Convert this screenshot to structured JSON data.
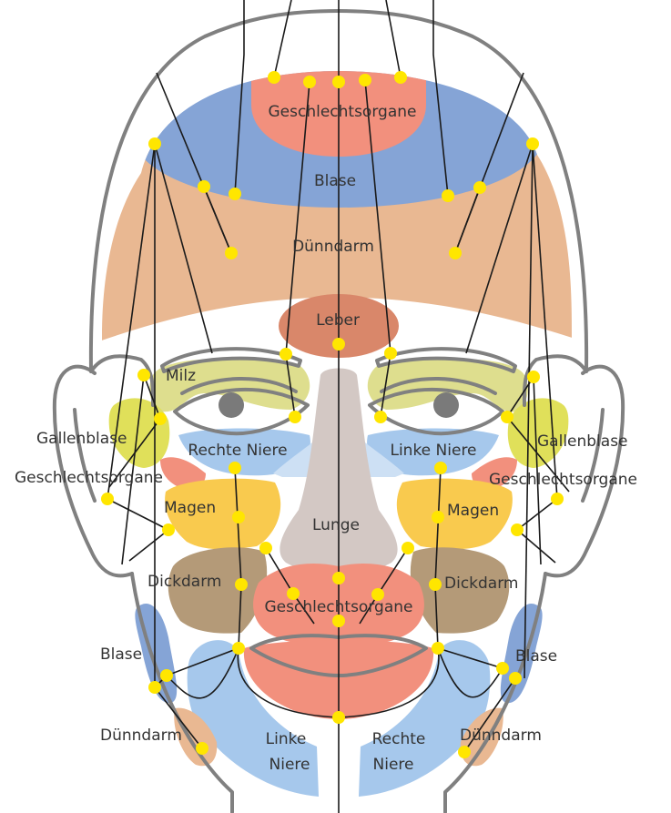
{
  "colors": {
    "salmon": "#f2907d",
    "blue": "#85a4d6",
    "tan": "#e9b892",
    "liver": "#d9876a",
    "khaki": "#dede8e",
    "yellow_green": "#e0e05a",
    "light_blue": "#a6c8ec",
    "pale_blue": "#cde0f4",
    "orange": "#f9ca4e",
    "brown": "#b49a78",
    "nose": "#d3c8c4",
    "point": "#ffe600",
    "outline": "#808080",
    "line": "#1a1a1a"
  },
  "labels": {
    "geschlechtsorgane_top": "Geschlechtsorgane",
    "blase_top": "Blase",
    "duenndarm_top": "Dünndarm",
    "leber": "Leber",
    "milz": "Milz",
    "gallenblase_left": "Gallenblase",
    "gallenblase_right": "Gallenblase",
    "rechte_niere_eye": "Rechte Niere",
    "linke_niere_eye": "Linke Niere",
    "geschlechtsorgane_left": "Geschlechtsorgane",
    "geschlechtsorgane_right": "Geschlechtsorgane",
    "magen_left": "Magen",
    "magen_right": "Magen",
    "lunge": "Lunge",
    "dickdarm_left": "Dickdarm",
    "dickdarm_right": "Dickdarm",
    "geschlechtsorgane_mouth": "Geschlechtsorgane",
    "blase_left": "Blase",
    "blase_right": "Blase",
    "duenndarm_left": "Dünndarm",
    "duenndarm_right": "Dünndarm",
    "linke_niere_line1": "Linke",
    "linke_niere_line2": "Niere",
    "rechte_niere_line1": "Rechte",
    "rechte_niere_line2": "Niere"
  }
}
